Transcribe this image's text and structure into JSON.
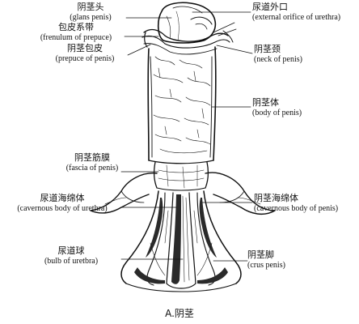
{
  "labels": {
    "glans": {
      "zh": "阴茎头",
      "en": "(glans penis)"
    },
    "frenulum": {
      "zh": "包皮系带",
      "en": "(frenulum of prepuce)"
    },
    "prepuce": {
      "zh": "阴茎包皮",
      "en": "(prepuce of penis)"
    },
    "orifice": {
      "zh": "尿道外口",
      "en": "(external orifice of urethra)"
    },
    "neck": {
      "zh": "阴茎颈",
      "en": "(neck of penis)"
    },
    "body": {
      "zh": "阴茎体",
      "en": "(body of penis)"
    },
    "fascia": {
      "zh": "阴茎筋膜",
      "en": "(fascia of penis)"
    },
    "cav_urethra": {
      "zh": "尿道海绵体",
      "en": "(cavernous body of urethra)"
    },
    "cav_penis": {
      "zh": "阴茎海绵体",
      "en": "(cavernous body of penis)"
    },
    "bulb": {
      "zh": "尿道球",
      "en": "(bulb of uretbra)"
    },
    "crus": {
      "zh": "阴茎脚",
      "en": "(crus penis)"
    }
  },
  "caption": "A.阴茎",
  "colors": {
    "ink": "#111111",
    "paper": "#ffffff",
    "shade": "#2a2a2a"
  }
}
